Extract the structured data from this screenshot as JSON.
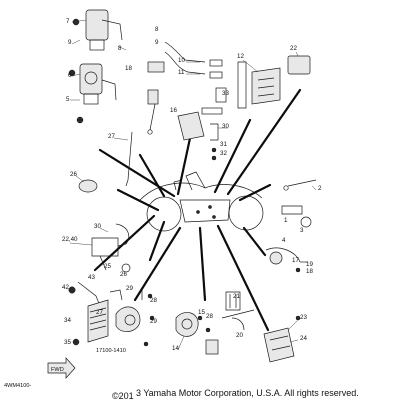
{
  "footer": {
    "diagram_code": "4WM4100-",
    "copyright_prefix": "©201",
    "copyright_text": "3 Yamaha Motor Corporation, U.S.A. All rights reserved."
  },
  "fwd_label": "FWD",
  "drawing_ref": "17100-1410",
  "callouts": [
    {
      "text": "7"
    },
    {
      "text": "9"
    },
    {
      "text": "8"
    },
    {
      "text": "6"
    },
    {
      "text": "5"
    },
    {
      "text": "8"
    },
    {
      "text": "9"
    },
    {
      "text": "10"
    },
    {
      "text": "11"
    },
    {
      "text": "12"
    },
    {
      "text": "22"
    },
    {
      "text": "18"
    },
    {
      "text": "33"
    },
    {
      "text": "27"
    },
    {
      "text": "16"
    },
    {
      "text": "30"
    },
    {
      "text": "31"
    },
    {
      "text": "32"
    },
    {
      "text": "26"
    },
    {
      "text": "30"
    },
    {
      "text": "22,40"
    },
    {
      "text": "43"
    },
    {
      "text": "25"
    },
    {
      "text": "29"
    },
    {
      "text": "42"
    },
    {
      "text": "26"
    },
    {
      "text": "27"
    },
    {
      "text": "34"
    },
    {
      "text": "28"
    },
    {
      "text": "29"
    },
    {
      "text": "35"
    },
    {
      "text": "2"
    },
    {
      "text": "1"
    },
    {
      "text": "3"
    },
    {
      "text": "4"
    },
    {
      "text": "17"
    },
    {
      "text": "19"
    },
    {
      "text": "18"
    },
    {
      "text": "21"
    },
    {
      "text": "15"
    },
    {
      "text": "20"
    },
    {
      "text": "23"
    },
    {
      "text": "24"
    },
    {
      "text": "14"
    },
    {
      "text": "28"
    }
  ]
}
